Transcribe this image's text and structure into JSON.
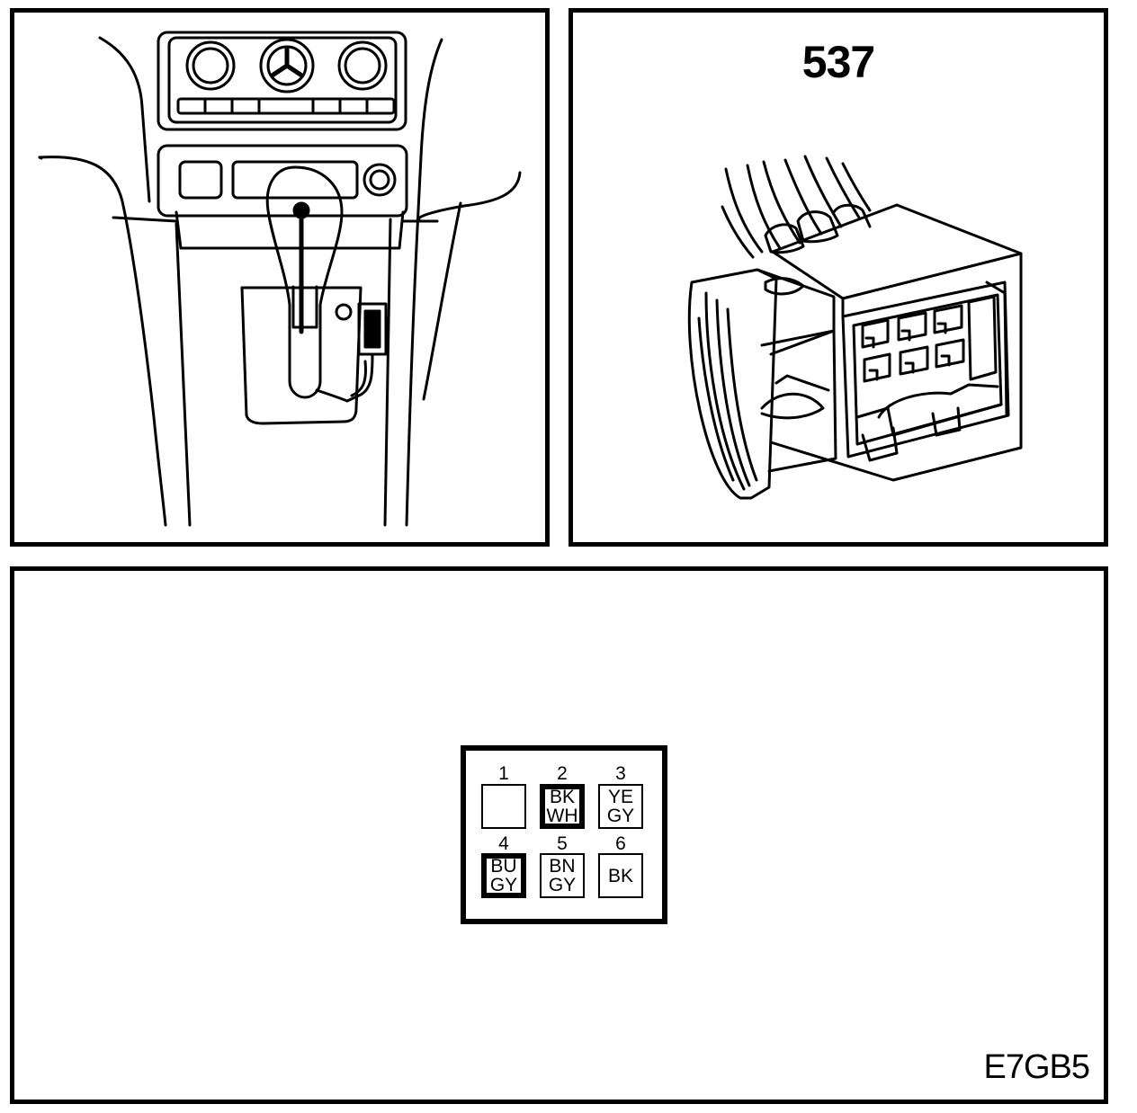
{
  "connector": {
    "id": "537",
    "pins": [
      {
        "number": "1",
        "wire": [
          "",
          ""
        ],
        "highlighted": false
      },
      {
        "number": "2",
        "wire": [
          "BK",
          "WH"
        ],
        "highlighted": true
      },
      {
        "number": "3",
        "wire": [
          "YE",
          "GY"
        ],
        "highlighted": false
      },
      {
        "number": "4",
        "wire": [
          "BU",
          "GY"
        ],
        "highlighted": true
      },
      {
        "number": "5",
        "wire": [
          "BN",
          "GY"
        ],
        "highlighted": false
      },
      {
        "number": "6",
        "wire": [
          "BK",
          ""
        ],
        "highlighted": false
      }
    ]
  },
  "diagram_code": "E7GB5"
}
